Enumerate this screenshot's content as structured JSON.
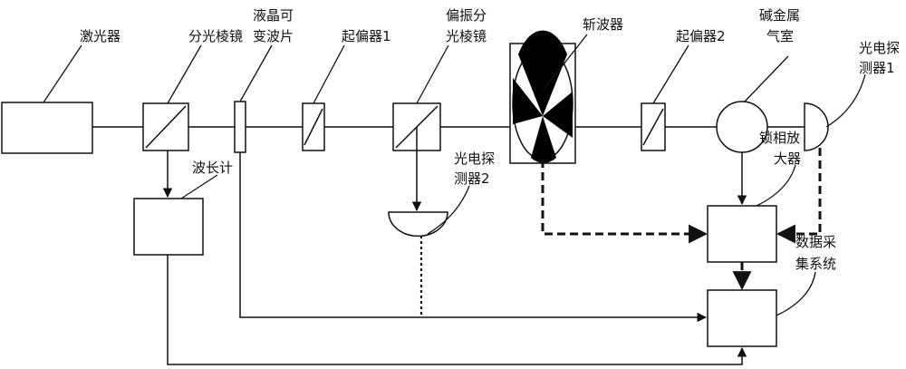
{
  "labels": {
    "laser": "激光器",
    "beam_splitter": "分光棱镜",
    "lc_waveplate_1": "液晶可",
    "lc_waveplate_2": "变波片",
    "polarizer1": "起偏器1",
    "pbs_1": "偏振分",
    "pbs_2": "光棱镜",
    "chopper": "斩波器",
    "polarizer2": "起偏器2",
    "vapor_cell_1": "碱金属",
    "vapor_cell_2": "气室",
    "detector1_1": "光电探",
    "detector1_2": "测器1",
    "detector2_1": "光电探",
    "detector2_2": "测器2",
    "wavemeter": "波长计",
    "lockin_1": "锁相放",
    "lockin_2": "大器",
    "daq_1": "数据采",
    "daq_2": "集系统"
  }
}
